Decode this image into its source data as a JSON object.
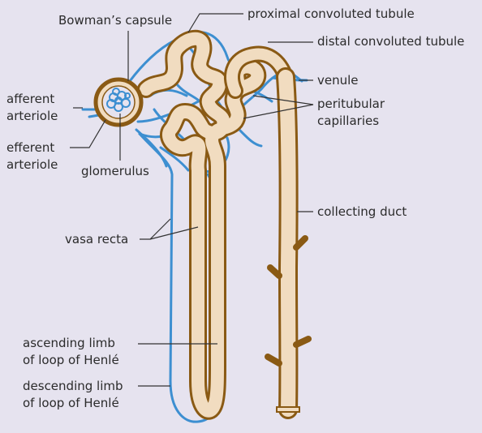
{
  "colors": {
    "background": "#e6e3ef",
    "tubule_outline": "#8a5a14",
    "tubule_fill": "#f1dcc0",
    "vessel": "#3d8fd1",
    "leader_line": "#333333"
  },
  "labels": {
    "bowmans_capsule": "Bowman’s capsule",
    "proximal_convoluted_tubule": "proximal convoluted tubule",
    "distal_convoluted_tubule": "distal convoluted tubule",
    "venule": "venule",
    "peritubular_capillaries": [
      "peritubular",
      "capillaries"
    ],
    "afferent_arteriole": [
      "afferent",
      "arteriole"
    ],
    "efferent_arteriole": [
      "efferent",
      "arteriole"
    ],
    "glomerulus": "glomerulus",
    "collecting_duct": "collecting duct",
    "vasa_recta": "vasa recta",
    "ascending_limb": [
      "ascending limb",
      "of loop of Henlé"
    ],
    "descending_limb": [
      "descending limb",
      "of loop of Henlé"
    ]
  }
}
